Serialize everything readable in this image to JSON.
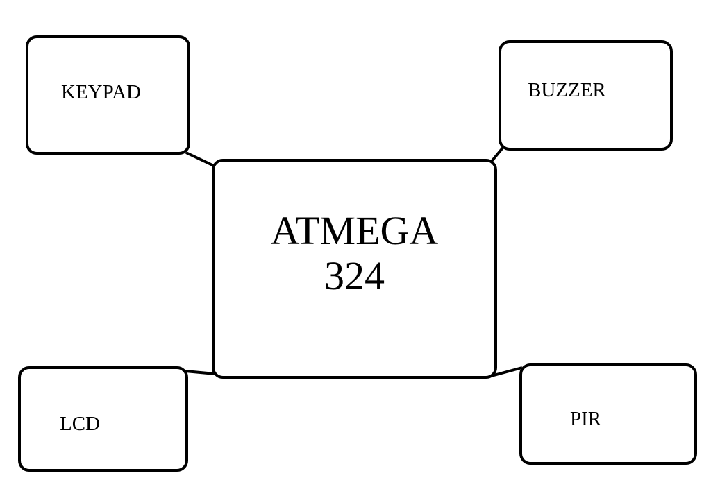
{
  "diagram": {
    "center": {
      "line1": "ATMEGA",
      "line2": "324"
    },
    "peripherals": {
      "keypad": "KEYPAD",
      "buzzer": "BUZZER",
      "lcd": "LCD",
      "pir": "PIR"
    },
    "colors": {
      "stroke": "#000000",
      "background": "#ffffff"
    }
  }
}
